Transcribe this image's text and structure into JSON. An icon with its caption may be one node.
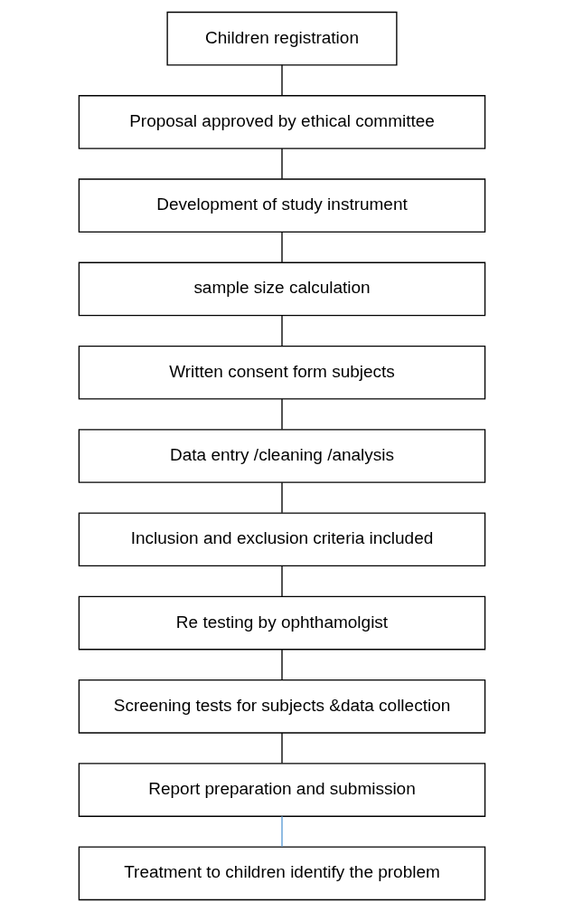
{
  "diagram": {
    "nodes": [
      {
        "text": [
          "Children registration"
        ]
      },
      {
        "text": [
          "Proposal approved by ethical committee"
        ]
      },
      {
        "text": [
          "Development of study instrument"
        ]
      },
      {
        "text": [
          "sample size calculation"
        ]
      },
      {
        "text": [
          "Written consent form subjects"
        ]
      },
      {
        "text": [
          "Data entry /cleaning /analysis"
        ]
      },
      {
        "text": [
          "Inclusion and exclusion criteria included"
        ]
      },
      {
        "text": [
          "Re testing by ophthamolgist"
        ]
      },
      {
        "text": [
          "Screening tests for subjects &data collection"
        ]
      },
      {
        "text": [
          "Report preparation and submission"
        ]
      },
      {
        "text": [
          "Treatment to children identify the problem"
        ]
      }
    ],
    "edges": [
      {
        "from": 0,
        "to": 1,
        "arrow": "none"
      },
      {
        "from": 1,
        "to": 2,
        "arrow": "none"
      },
      {
        "from": 2,
        "to": 3,
        "arrow": "none"
      },
      {
        "from": 3,
        "to": 4,
        "arrow": "none"
      },
      {
        "from": 4,
        "to": 5,
        "arrow": "none"
      },
      {
        "from": 5,
        "to": 6,
        "arrow": "none"
      },
      {
        "from": 6,
        "to": 7,
        "arrow": "none"
      },
      {
        "from": 7,
        "to": 8,
        "arrow": "none"
      },
      {
        "from": 8,
        "to": 9,
        "arrow": "none"
      },
      {
        "from": 9,
        "to": 10,
        "arrow": "none",
        "color": "#5b9bd5"
      }
    ]
  }
}
